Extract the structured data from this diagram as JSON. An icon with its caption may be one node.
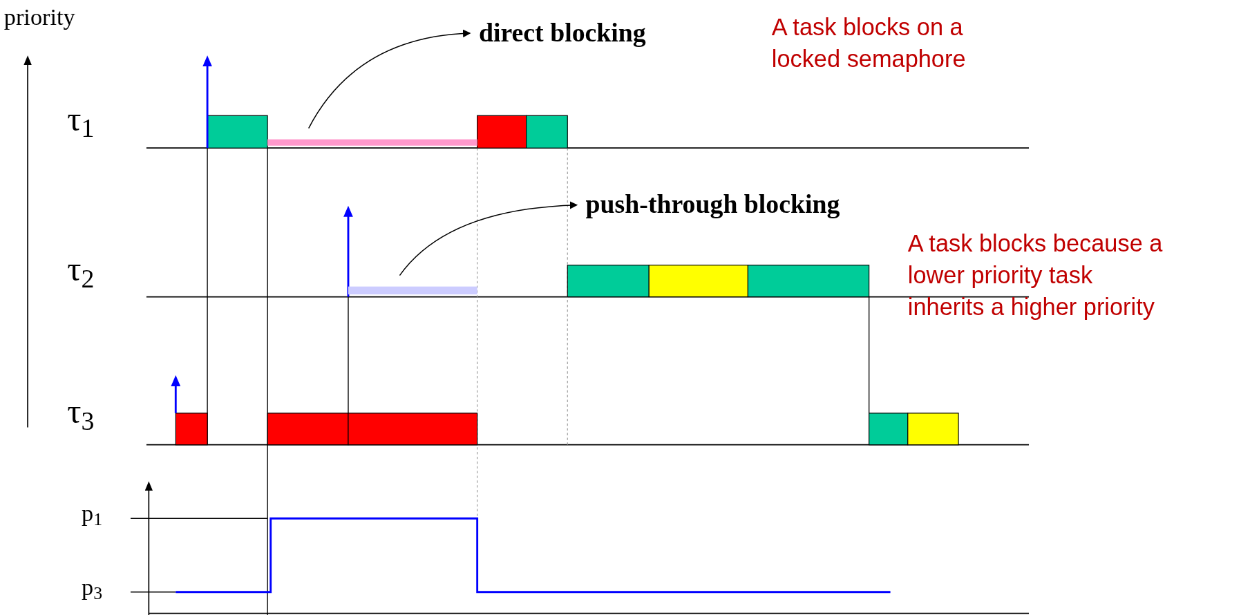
{
  "diagram": {
    "nodes": [
      {
        "text": [
          "direct blocking"
        ]
      },
      {
        "text": [],
        "shape": "bar"
      },
      {
        "text": [
          "push-through blocking"
        ]
      },
      {
        "text": [],
        "shape": "bar"
      }
    ],
    "edges": [
      {
        "from": 1,
        "to": 0,
        "arrow": "to"
      },
      {
        "from": 3,
        "to": 2,
        "arrow": "to"
      }
    ],
    "labels": [
      "priority",
      "τ$_{1}$",
      "τ$_{2}$",
      "τ$_{3}$",
      "p$_{1}$",
      "p$_{3}$",
      "A task blocks on a locked semaphore",
      "A task blocks because a lower priority task inherits a higher priority"
    ]
  }
}
